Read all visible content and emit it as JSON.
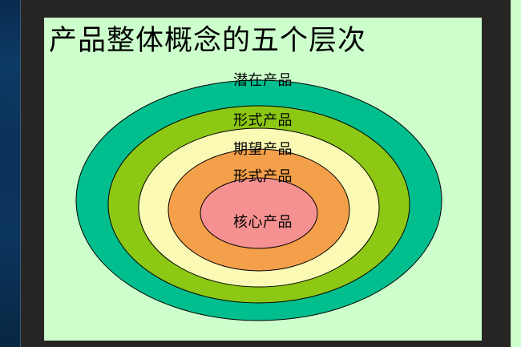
{
  "slide": {
    "title": "产品整体概念的五个层次",
    "background_color": "#CCFFCC",
    "title_color": "#000000"
  },
  "window": {
    "backdrop_color": "#262524",
    "left_strip_color": "#0D3A66"
  },
  "diagram": {
    "type": "concentric-ellipses",
    "count": 5,
    "outline_color": "#000000",
    "rings": [
      {
        "label": "潜在产品",
        "fill": "#00BE8E",
        "order": 1,
        "position": "outermost"
      },
      {
        "label": "形式产品",
        "fill": "#8CC814",
        "order": 2,
        "position": "outer"
      },
      {
        "label": "期望产品",
        "fill": "#FAFAB4",
        "order": 3,
        "position": "middle"
      },
      {
        "label": "形式产品",
        "fill": "#F4A04A",
        "order": 4,
        "position": "inner"
      },
      {
        "label": "核心产品",
        "fill": "#F59191",
        "order": 5,
        "position": "innermost"
      }
    ]
  },
  "next_slide_preview": {
    "background_color": "#CCFFCC",
    "visible": true
  }
}
